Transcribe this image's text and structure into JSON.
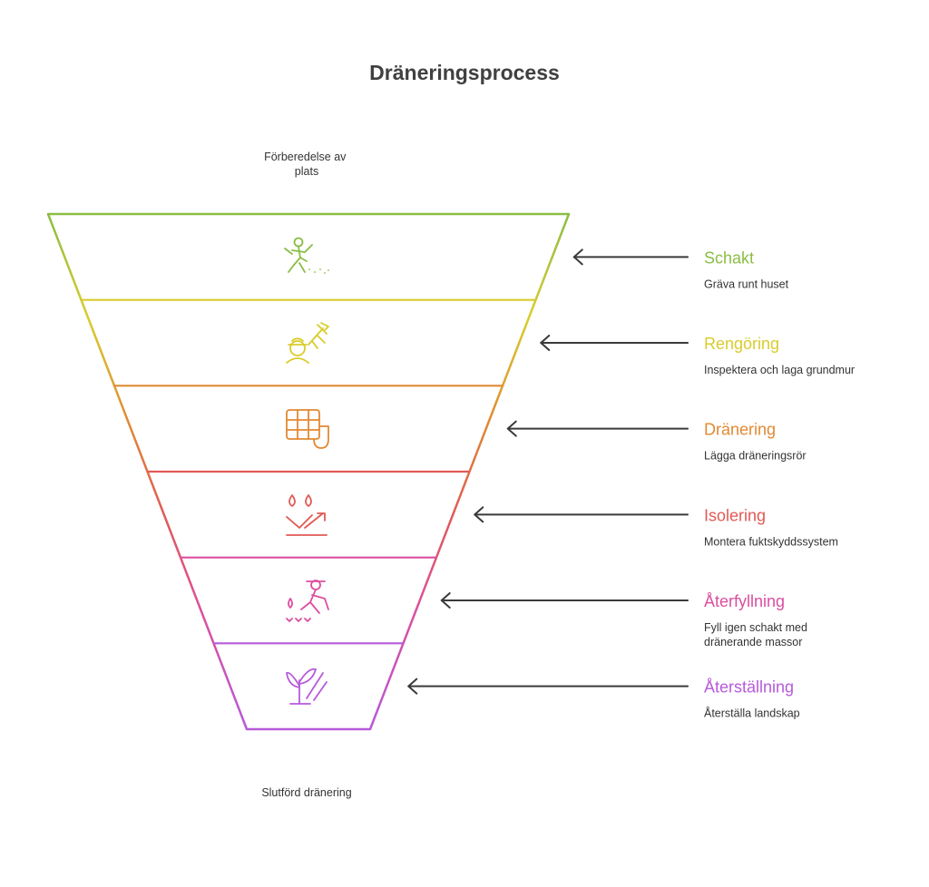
{
  "title": "Dräneringsprocess",
  "top_note": [
    "Förberedelse av",
    "plats"
  ],
  "bottom_note": "Slutförd dränering",
  "stages": [
    {
      "title": "Schakt",
      "desc": [
        "Gräva runt huset"
      ],
      "color": "#8bbd44",
      "icon": "digging-worker-icon"
    },
    {
      "title": "Rengöring",
      "desc": [
        "Inspektera och laga grundmur"
      ],
      "color": "#d9cc2c",
      "icon": "worker-tools-icon"
    },
    {
      "title": "Dränering",
      "desc": [
        "Lägga dräneringsrör"
      ],
      "color": "#e08a33",
      "icon": "grid-pipe-icon"
    },
    {
      "title": "Isolering",
      "desc": [
        "Montera fuktskyddssystem"
      ],
      "color": "#e05a55",
      "icon": "water-drops-trend-icon"
    },
    {
      "title": "Återfyllning",
      "desc": [
        "Fyll igen schakt med",
        "dränerande massor"
      ],
      "color": "#dc4fa0",
      "icon": "shoveling-worker-icon"
    },
    {
      "title": "Återställning",
      "desc": [
        "Återställa landskap"
      ],
      "color": "#b65ad9",
      "icon": "sprout-landscape-icon"
    }
  ]
}
